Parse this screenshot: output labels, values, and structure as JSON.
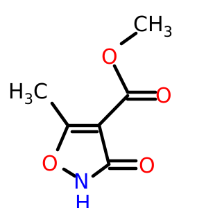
{
  "molecule": {
    "groups": {
      "ester_methyl": {
        "main": "CH",
        "sub": "3"
      },
      "ring_methyl": {
        "main": "H",
        "sub": "3",
        "tail": "C"
      }
    },
    "atoms": {
      "ester_oxygen": "O",
      "carbonyl_oxygen": "O",
      "ring_oxygen": "O",
      "ring_nitrogen": "N",
      "ring_nitrogen_h": "H",
      "ketone_oxygen": "O"
    },
    "colors": {
      "carbon": "#000000",
      "oxygen": "#ff0000",
      "nitrogen": "#0000ff"
    }
  }
}
